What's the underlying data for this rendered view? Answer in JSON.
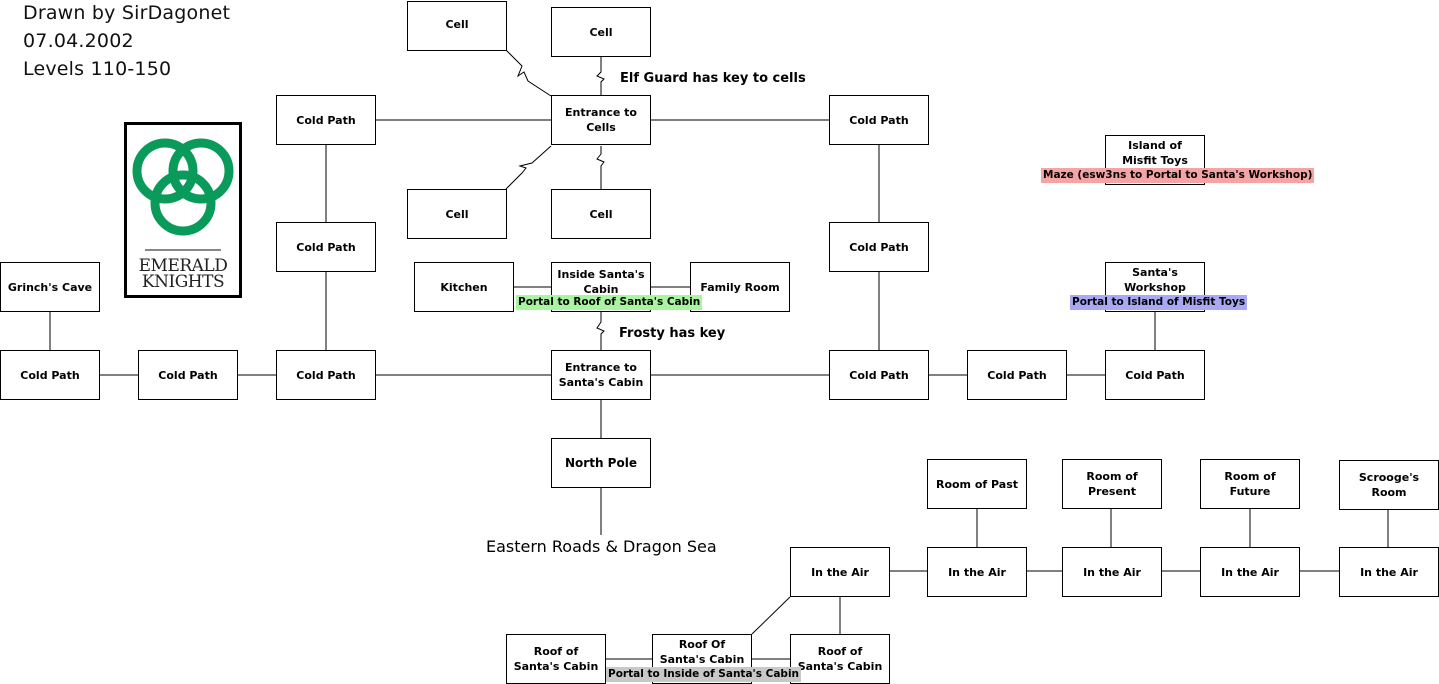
{
  "credits": {
    "author": "Drawn by SirDagonet",
    "date": "07.04.2002",
    "levels": "Levels 110-150"
  },
  "logo": {
    "line1": "EMERALD",
    "line2": "KNIGHTS",
    "color": "#0a9a5a"
  },
  "nodes": [
    {
      "id": "cell-nw",
      "label": "Cell"
    },
    {
      "id": "cell-n",
      "label": "Cell"
    },
    {
      "id": "entrance-cells",
      "label": "Entrance to Cells"
    },
    {
      "id": "cell-sw",
      "label": "Cell"
    },
    {
      "id": "cell-s",
      "label": "Cell"
    },
    {
      "id": "cold-path-w-top",
      "label": "Cold Path"
    },
    {
      "id": "cold-path-w-mid",
      "label": "Cold Path"
    },
    {
      "id": "cold-path-w-bot",
      "label": "Cold Path"
    },
    {
      "id": "cold-path-e-top",
      "label": "Cold Path"
    },
    {
      "id": "cold-path-e-mid",
      "label": "Cold Path"
    },
    {
      "id": "cold-path-e-bot",
      "label": "Cold Path"
    },
    {
      "id": "cold-path-e2",
      "label": "Cold Path"
    },
    {
      "id": "cold-path-e3",
      "label": "Cold Path"
    },
    {
      "id": "grinch-cave",
      "label": "Grinch's Cave"
    },
    {
      "id": "cold-path-far-w",
      "label": "Cold Path"
    },
    {
      "id": "cold-path-w2",
      "label": "Cold Path"
    },
    {
      "id": "kitchen",
      "label": "Kitchen"
    },
    {
      "id": "inside-santas-cabin",
      "label": "Inside Santa's Cabin"
    },
    {
      "id": "family-room",
      "label": "Family Room"
    },
    {
      "id": "entrance-santas-cabin",
      "label": "Entrance to Santa's Cabin"
    },
    {
      "id": "north-pole",
      "label": "North Pole"
    },
    {
      "id": "island-misfit-toys",
      "label": "Island of Misfit Toys"
    },
    {
      "id": "santas-workshop",
      "label": "Santa's Workshop"
    },
    {
      "id": "room-past",
      "label": "Room of Past"
    },
    {
      "id": "room-present",
      "label": "Room of Present"
    },
    {
      "id": "room-future",
      "label": "Room of Future"
    },
    {
      "id": "scrooges-room",
      "label": "Scrooge's Room"
    },
    {
      "id": "air-1",
      "label": "In the Air"
    },
    {
      "id": "air-2",
      "label": "In the Air"
    },
    {
      "id": "air-3",
      "label": "In the Air"
    },
    {
      "id": "air-4",
      "label": "In the Air"
    },
    {
      "id": "air-5",
      "label": "In the Air"
    },
    {
      "id": "roof-left",
      "label": "Roof of Santa's Cabin"
    },
    {
      "id": "roof-center",
      "label": "Roof Of Santa's Cabin"
    },
    {
      "id": "roof-right",
      "label": "Roof of Santa's Cabin"
    }
  ],
  "notes": {
    "elf_guard": "Elf Guard has key to cells",
    "frosty": "Frosty has key",
    "exit": "Eastern Roads & Dragon Sea"
  },
  "portals": {
    "roof": {
      "text": "Portal to Roof of Santa's Cabin",
      "color": "#a8f5a0"
    },
    "maze": {
      "text": "Maze (esw3ns to Portal to Santa's Workshop)",
      "color": "#f5a3a3"
    },
    "island": {
      "text": "Portal to Island of Misfit Toys",
      "color": "#a8a8f5"
    },
    "inside": {
      "text": "Portal to Inside of Santa's Cabin",
      "color": "#c8c8c8"
    }
  }
}
